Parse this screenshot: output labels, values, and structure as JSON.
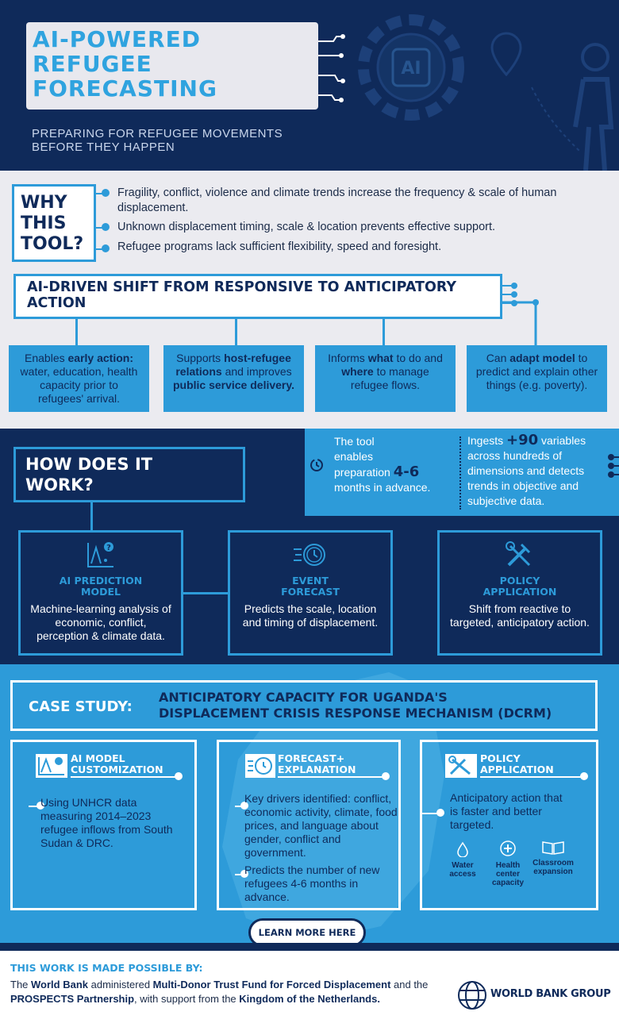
{
  "header": {
    "title_line1": "AI-POWERED",
    "title_line2": "REFUGEE",
    "title_line3": "FORECASTING",
    "subtitle_line1": "PREPARING FOR REFUGEE MOVEMENTS",
    "subtitle_line2": "BEFORE THEY HAPPEN",
    "chip_label": "AI"
  },
  "why": {
    "title_line1": "WHY",
    "title_line2": "THIS",
    "title_line3": "TOOL?",
    "items": [
      "Fragility, conflict, violence and climate trends increase the frequency & scale of human displacement.",
      "Unknown displacement timing, scale & location prevents effective support.",
      "Refugee programs lack sufficient flexibility, speed and foresight."
    ]
  },
  "shift": {
    "title": "AI-DRIVEN SHIFT FROM RESPONSIVE TO ANTICIPATORY ACTION",
    "cards": [
      {
        "pre": "Enables ",
        "bold1": "early action:",
        "mid": " water, education, health capacity prior to refugees' arrival.",
        "bold2": "",
        "post": ""
      },
      {
        "pre": "Supports ",
        "bold1": "host-refugee relations",
        "mid": " and improves ",
        "bold2": "public service delivery.",
        "post": ""
      },
      {
        "pre": "Informs ",
        "bold1": "what",
        "mid": " to do and ",
        "bold2": "where",
        "post": " to manage refugee flows."
      },
      {
        "pre": "Can ",
        "bold1": "adapt model",
        "mid": " to predict and explain other things (e.g. poverty).",
        "bold2": "",
        "post": ""
      }
    ]
  },
  "how": {
    "title_line1": "HOW DOES IT",
    "title_line2": "WORK?",
    "prep": {
      "line1": "The tool",
      "line2": "enables",
      "line3": "preparation",
      "highlight": "4-6",
      "line4": "months in advance."
    },
    "ingest": {
      "pre": "Ingests ",
      "highlight": "+90",
      "post": " variables across hundreds of dimensions and detects trends in objective and subjective data."
    },
    "cards": [
      {
        "head_line1": "AI PREDICTION",
        "head_line2": "MODEL",
        "body": "Machine-learning analysis of economic, conflict, perception & climate data."
      },
      {
        "head_line1": "EVENT",
        "head_line2": "FORECAST",
        "body": "Predicts the scale, location and timing of displacement."
      },
      {
        "head_line1": "POLICY",
        "head_line2": "APPLICATION",
        "body": "Shift from reactive to targeted, anticipatory action."
      }
    ]
  },
  "case": {
    "label": "CASE STUDY:",
    "title_line1": "ANTICIPATORY CAPACITY FOR UGANDA'S",
    "title_line2": "DISPLACEMENT CRISIS RESPONSE MECHANISM (DCRM)",
    "cards": [
      {
        "head_line1": "AI MODEL",
        "head_line2": "CUSTOMIZATION",
        "body": "Using UNHCR data measuring 2014–2023 refugee inflows from South Sudan & DRC."
      },
      {
        "head_line1": "FORECAST+",
        "head_line2": "EXPLANATION",
        "body": "Key drivers identified: conflict, economic activity, climate, food prices, and language about gender, conflict and government.",
        "body2": "Predicts the number of new refugees 4-6 months in advance."
      },
      {
        "head_line1": "POLICY",
        "head_line2": "APPLICATION",
        "body": "Anticipatory action that is faster and better targeted."
      }
    ],
    "icons": [
      {
        "label_line1": "Water",
        "label_line2": "access",
        "label_line3": ""
      },
      {
        "label_line1": "Health",
        "label_line2": "center",
        "label_line3": "capacity"
      },
      {
        "label_line1": "Classroom",
        "label_line2": "expansion",
        "label_line3": ""
      }
    ],
    "button": "LEARN MORE HERE"
  },
  "footer": {
    "heading": "THIS WORK IS MADE POSSIBLE BY:",
    "t1": "The ",
    "b1": "World Bank",
    "t2": " administered ",
    "b2": "Multi-Donor Trust Fund for Forced Displacement",
    "t3": " and the ",
    "b3": "PROSPECTS Partnership",
    "t4": ", with support from the ",
    "b4": "Kingdom of the Netherlands.",
    "logo_text": "WORLD BANK GROUP"
  },
  "colors": {
    "navy": "#0f2a5a",
    "accent_blue": "#2d9bd9",
    "light_gray": "#ebebf0"
  }
}
